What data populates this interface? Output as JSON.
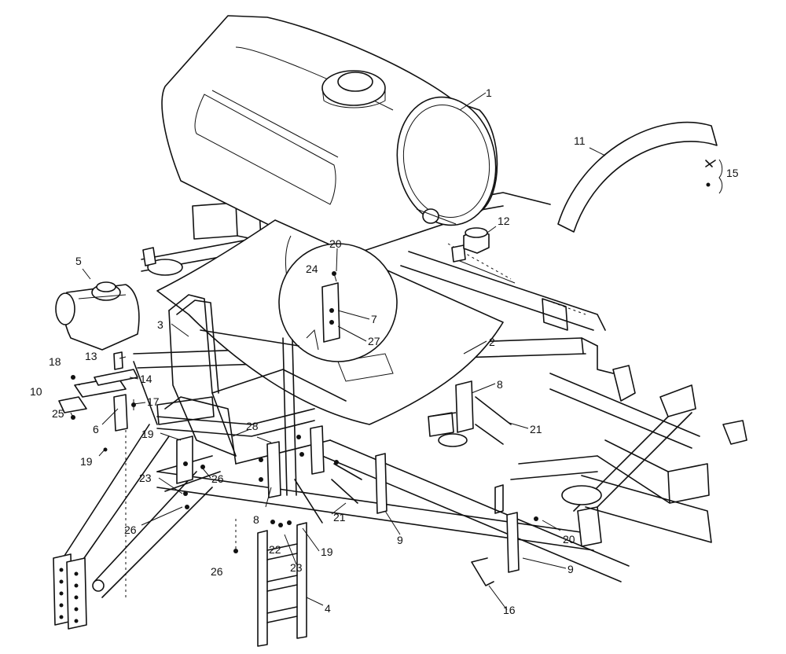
{
  "callouts": [
    {
      "id": "c1",
      "text": "1"
    },
    {
      "id": "c2",
      "text": "2"
    },
    {
      "id": "c3",
      "text": "3"
    },
    {
      "id": "c4",
      "text": "4"
    },
    {
      "id": "c5",
      "text": "5"
    },
    {
      "id": "c6",
      "text": "6"
    },
    {
      "id": "c7",
      "text": "7"
    },
    {
      "id": "c8a",
      "text": "8"
    },
    {
      "id": "c8b",
      "text": "8"
    },
    {
      "id": "c9a",
      "text": "9"
    },
    {
      "id": "c9b",
      "text": "9"
    },
    {
      "id": "c10",
      "text": "10"
    },
    {
      "id": "c11",
      "text": "11"
    },
    {
      "id": "c12",
      "text": "12"
    },
    {
      "id": "c13",
      "text": "13"
    },
    {
      "id": "c14",
      "text": "14"
    },
    {
      "id": "c15",
      "text": "15"
    },
    {
      "id": "c16",
      "text": "16"
    },
    {
      "id": "c17",
      "text": "17"
    },
    {
      "id": "c18",
      "text": "18"
    },
    {
      "id": "c19a",
      "text": "19"
    },
    {
      "id": "c19b",
      "text": "19"
    },
    {
      "id": "c19c",
      "text": "19"
    },
    {
      "id": "c20a",
      "text": "20"
    },
    {
      "id": "c20b",
      "text": "20"
    },
    {
      "id": "c21a",
      "text": "21"
    },
    {
      "id": "c21b",
      "text": "21"
    },
    {
      "id": "c22",
      "text": "22"
    },
    {
      "id": "c23a",
      "text": "23"
    },
    {
      "id": "c23b",
      "text": "23"
    },
    {
      "id": "c24",
      "text": "24"
    },
    {
      "id": "c25",
      "text": "25"
    },
    {
      "id": "c26a",
      "text": "26"
    },
    {
      "id": "c26b",
      "text": "26"
    },
    {
      "id": "c26c",
      "text": "26"
    },
    {
      "id": "c27",
      "text": "27"
    },
    {
      "id": "c28",
      "text": "28"
    }
  ]
}
